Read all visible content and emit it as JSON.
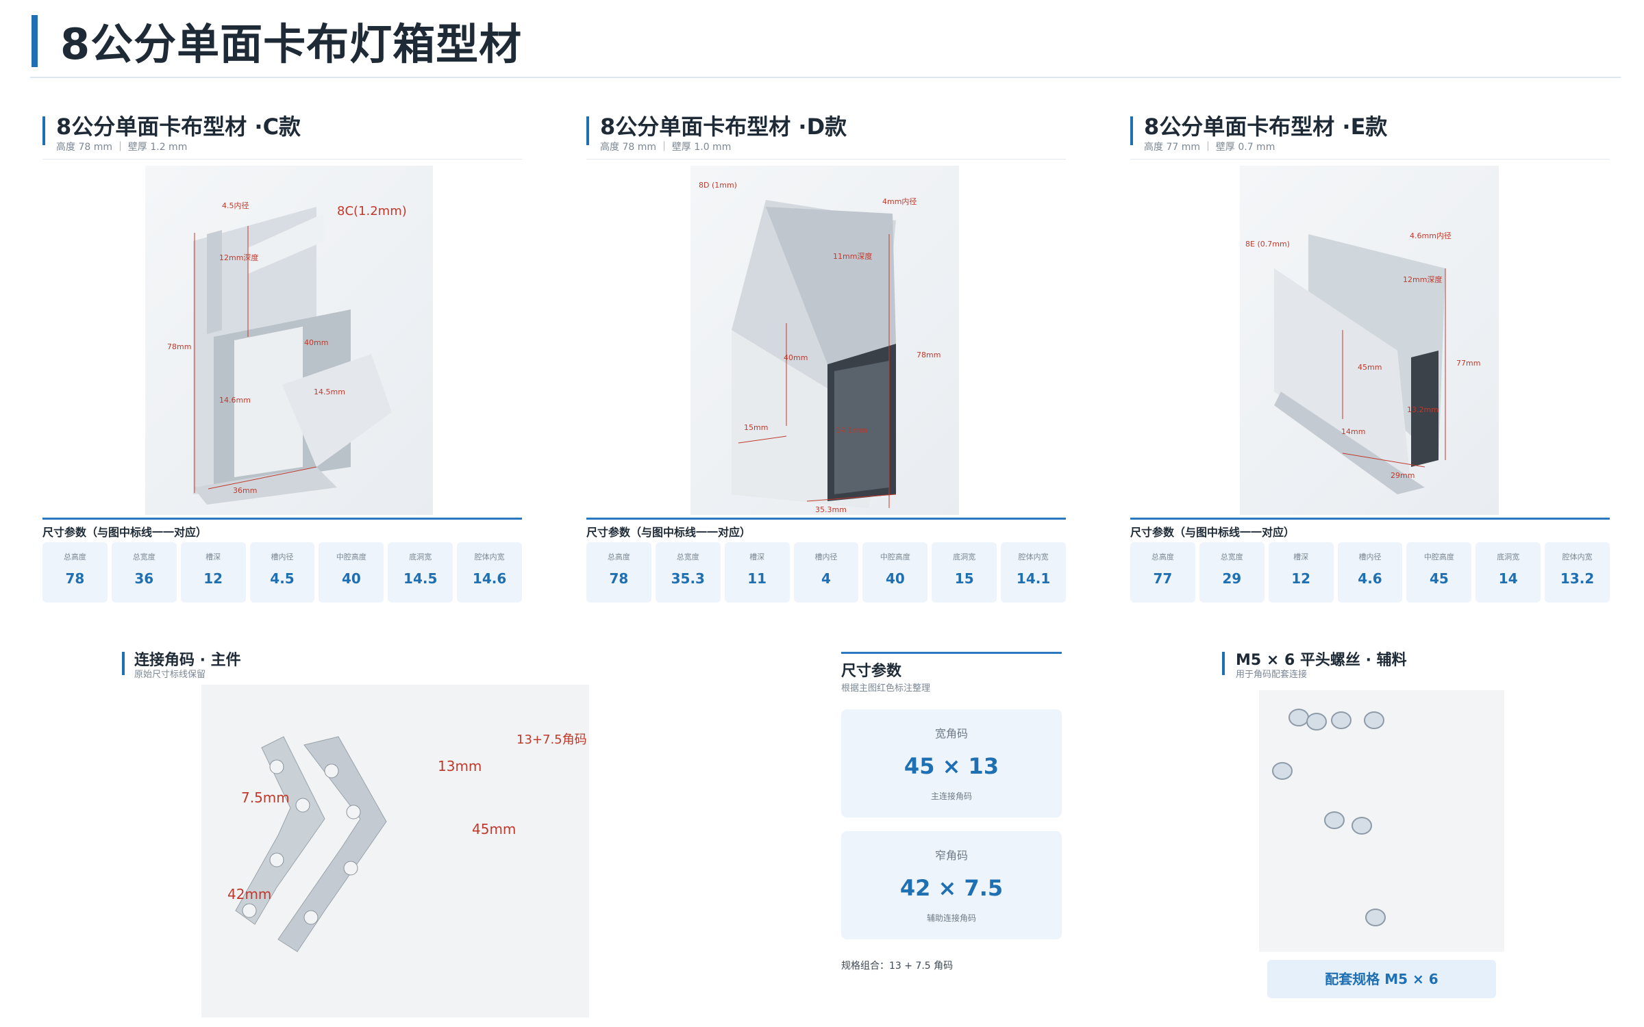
{
  "page": {
    "title": "8公分单面卡布灯箱型材"
  },
  "cards": [
    {
      "title": "8公分单面卡布型材 ·C款",
      "subtitle": "高度 78 mm ｜ 壁厚 1.2 mm",
      "param_label": "尺寸参数（与图中标线一一对应）",
      "photo_marks": [
        "4.5内径",
        "8C(1.2mm)",
        "12mm深度",
        "78mm",
        "40mm",
        "14.6mm",
        "14.5mm",
        "36mm"
      ],
      "params": [
        {
          "k": "总高度",
          "v": "78"
        },
        {
          "k": "总宽度",
          "v": "36"
        },
        {
          "k": "槽深",
          "v": "12"
        },
        {
          "k": "槽内径",
          "v": "4.5"
        },
        {
          "k": "中腔高度",
          "v": "40"
        },
        {
          "k": "底洞宽",
          "v": "14.5"
        },
        {
          "k": "腔体内宽",
          "v": "14.6"
        }
      ]
    },
    {
      "title": "8公分单面卡布型材 ·D款",
      "subtitle": "高度 78 mm ｜ 壁厚 1.0 mm",
      "param_label": "尺寸参数（与图中标线一一对应）",
      "photo_marks": [
        "8D (1mm)",
        "4mm内径",
        "11mm深度",
        "78mm",
        "40mm",
        "15mm",
        "14.1mm",
        "35.3mm"
      ],
      "params": [
        {
          "k": "总高度",
          "v": "78"
        },
        {
          "k": "总宽度",
          "v": "35.3"
        },
        {
          "k": "槽深",
          "v": "11"
        },
        {
          "k": "槽内径",
          "v": "4"
        },
        {
          "k": "中腔高度",
          "v": "40"
        },
        {
          "k": "底洞宽",
          "v": "15"
        },
        {
          "k": "腔体内宽",
          "v": "14.1"
        }
      ]
    },
    {
      "title": "8公分单面卡布型材 ·E款",
      "subtitle": "高度 77 mm ｜ 壁厚 0.7 mm",
      "param_label": "尺寸参数（与图中标线一一对应）",
      "photo_marks": [
        "8E (0.7mm)",
        "4.6mm内径",
        "12mm深度",
        "77mm",
        "45mm",
        "14mm",
        "13.2mm",
        "29mm"
      ],
      "params": [
        {
          "k": "总高度",
          "v": "77"
        },
        {
          "k": "总宽度",
          "v": "29"
        },
        {
          "k": "槽深",
          "v": "12"
        },
        {
          "k": "槽内径",
          "v": "4.6"
        },
        {
          "k": "中腔高度",
          "v": "45"
        },
        {
          "k": "底洞宽",
          "v": "14"
        },
        {
          "k": "腔体内宽",
          "v": "13.2"
        }
      ]
    }
  ],
  "corner": {
    "title": "连接角码 · 主件",
    "subtitle": "原始尺寸标线保留",
    "photo_marks": [
      "13+7.5角码",
      "13mm",
      "7.5mm",
      "45mm",
      "42mm"
    ]
  },
  "dims": {
    "title": "尺寸参数",
    "subtitle": "根据主图红色标注整理",
    "items": [
      {
        "label": "宽角码",
        "value": "45 × 13",
        "note": "主连接角码"
      },
      {
        "label": "窄角码",
        "value": "42 × 7.5",
        "note": "辅助连接角码"
      }
    ],
    "combo": "规格组合：13 + 7.5 角码"
  },
  "screws": {
    "title": "M5 × 6 平头螺丝 · 辅料",
    "subtitle": "用于角码配套连接",
    "spec": "配套规格  M5 × 6"
  },
  "colors": {
    "accent": "#1f6fb3",
    "cell_bg": "#edf4fb",
    "mark_red": "#c0392b"
  }
}
